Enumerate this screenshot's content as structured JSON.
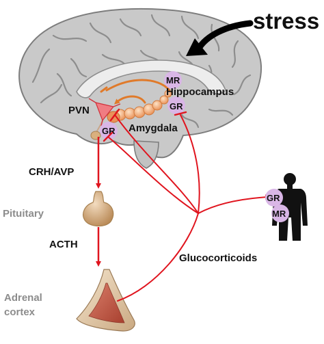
{
  "labels": {
    "stress": "stress",
    "mr_brain": "MR",
    "hippocampus": "Hippocampus",
    "gr_hippo": "GR",
    "pvn": "PVN",
    "gr_pvn": "GR",
    "amygdala": "Amygdala",
    "crh_avp": "CRH/AVP",
    "pituitary": "Pituitary",
    "acth": "ACTH",
    "glucocorticoids": "Glucocorticoids",
    "adrenal_line1": "Adrenal",
    "adrenal_line2": "cortex",
    "gr_body": "GR",
    "mr_body": "MR"
  },
  "colors": {
    "brain_fill": "#c8c8c8",
    "brain_stroke": "#8a8a8a",
    "receptor_circle": "#d9b6e6",
    "feedback_red": "#e0141e",
    "hippocampal_orange": "#e07a2a",
    "pituitary_tan": "#d9b07e",
    "adrenal_cortex": "#c05a48",
    "silhouette": "#111111"
  },
  "icons": {
    "stress_arrow": "curved-arrow-icon",
    "human": "human-silhouette-icon",
    "pituitary_gland": "pituitary-gland-icon",
    "adrenal_gland": "adrenal-gland-icon"
  }
}
